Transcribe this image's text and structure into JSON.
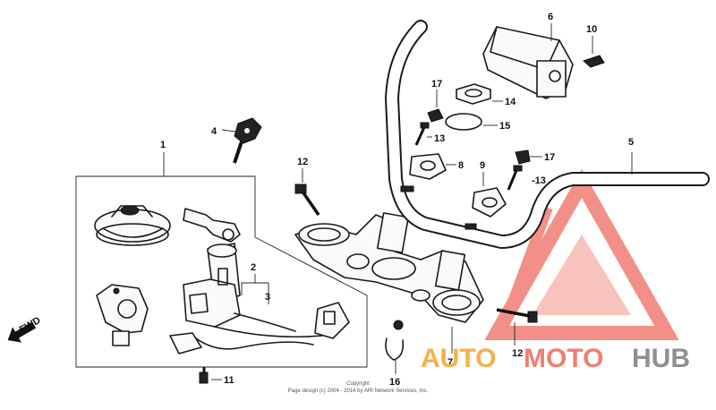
{
  "callouts": {
    "c1": "1",
    "c2": "2",
    "c3": "3",
    "c4": "4",
    "c5": "5",
    "c6": "6",
    "c7": "7",
    "c8": "8",
    "c9": "9",
    "c10": "10",
    "c11": "11",
    "c12a": "12",
    "c12b": "12",
    "c13a": "13",
    "c13b": "-13",
    "c14": "14",
    "c15": "15",
    "c16": "16",
    "c17a": "17",
    "c17b": "17"
  },
  "fwd_label": "FWD",
  "watermark": {
    "part1": "AUTO",
    "part2": "MOTO",
    "part3": "HUB",
    "color1": "#f2b24a",
    "color2": "#ee7f72",
    "color3": "#8f8f8f",
    "logo_color": "#ee6b5f"
  },
  "copyright": {
    "line1": "Copyright",
    "line2": "Page design (c) 2004 - 2014 by ARI Network Services, Inc."
  }
}
